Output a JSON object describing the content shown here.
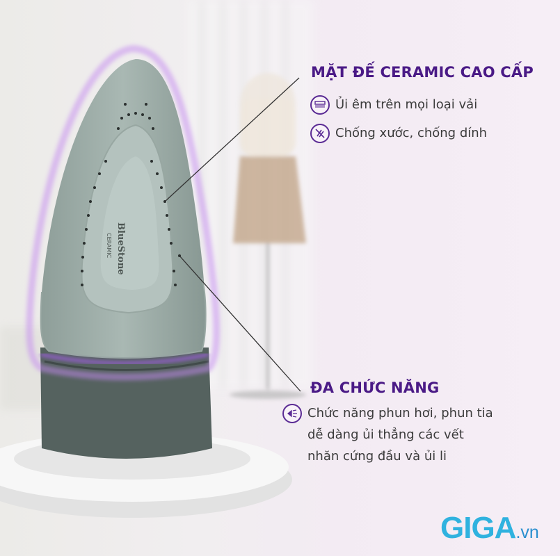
{
  "brand_on_iron": "BlueStone",
  "brand_on_iron_sub": "CERAMIC",
  "feature_1": {
    "title": "MẶT ĐẾ CERAMIC CAO CẤP",
    "items": [
      {
        "icon": "fabric-layers-icon",
        "text": "Ủi êm trên mọi loại vải"
      },
      {
        "icon": "scratch-resistant-icon",
        "text": "Chống xước, chống dính"
      }
    ]
  },
  "feature_2": {
    "title": "ĐA CHỨC NĂNG",
    "icon": "steam-spray-icon",
    "lines": [
      "Chức năng phun hơi, phun tia",
      "dễ dàng ủi thẳng các vết",
      "nhăn cứng đầu và ủi li"
    ]
  },
  "logo": {
    "main": "GIGA",
    "suffix": ".vn"
  },
  "colors": {
    "accent": "#4a1a86",
    "logo": "#2fb2df",
    "glow": "#b06ee8"
  }
}
